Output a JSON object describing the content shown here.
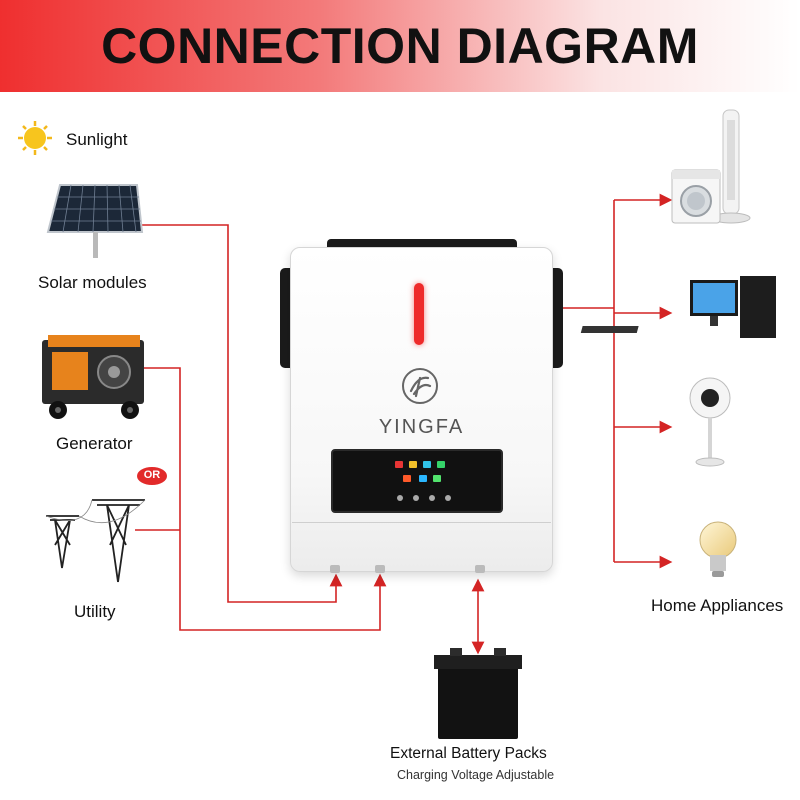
{
  "header": {
    "title": "CONNECTION DIAGRAM"
  },
  "sources": {
    "sunlight": "Sunlight",
    "solar": "Solar modules",
    "generator": "Generator",
    "or_badge": "OR",
    "utility": "Utility"
  },
  "inverter": {
    "brand": "YINGFA"
  },
  "battery": {
    "title": "External Battery Packs",
    "subtitle": "Charging Voltage Adjustable"
  },
  "loads": {
    "label": "Home Appliances"
  },
  "colors": {
    "wire": "#d42424",
    "accent": "#ee2b2b",
    "header_start": "#ef2f2f"
  }
}
